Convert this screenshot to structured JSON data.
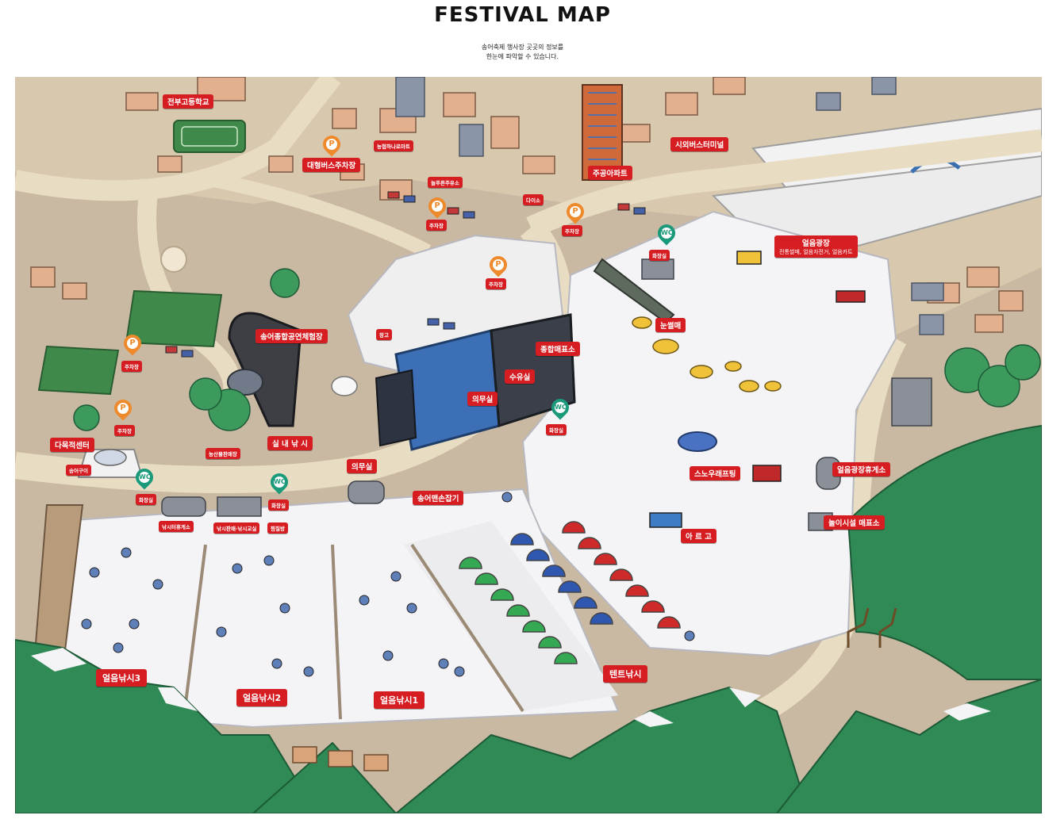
{
  "header": {
    "title": "FESTIVAL MAP",
    "subtitle_line1": "송어축제 행사장 곳곳의 정보를",
    "subtitle_line2": "한눈에 파악할 수 있습니다."
  },
  "colors": {
    "label_bg": "#d51d22",
    "parking_pin": "#ee8a2b",
    "restroom_pin": "#1a9a7a",
    "road": "#e8dcc2",
    "ground": "#c9b9a3",
    "snow": "#f4f4f6",
    "mountain": "#2f8a55"
  },
  "icons": {
    "parking": "parking-icon",
    "restroom": "restroom-icon",
    "parking_symbol": "P",
    "restroom_symbol": "WC"
  },
  "labels": {
    "school": "전부고등학교",
    "mart": "농협하나로마트",
    "bus_parking": "대형버스주차장",
    "gas_station": "늘푸른주유소",
    "daiso": "다이소",
    "apartment": "주공아파트",
    "bus_terminal": "시외버스터미널",
    "parking1": "주차장",
    "parking2": "주차장",
    "parking3": "주차장",
    "parking4": "주차장",
    "parking5": "주차장",
    "ice_plaza": "얼음광장",
    "ice_plaza_sub": "전통썰매, 얼음자전거, 얼음카트",
    "restroom1": "화장실",
    "restroom2": "화장실",
    "restroom3": "화장실",
    "restroom4": "화장실",
    "storage": "창고",
    "experience_hall": "송어종합공연체험장",
    "ticket_office": "종합매표소",
    "sled": "눈썰매",
    "nursing_room": "수유실",
    "medical1": "의무실",
    "medical2": "의무실",
    "multi_center": "다목적센터",
    "trout_cafe": "송어구이",
    "indoor_fishing": "실 내 낚 시",
    "farm_store": "농산물판매장",
    "hand_catching": "송어맨손잡기",
    "fishing_rest": "낚시터휴게소",
    "fishing_shop": "낚시판매·낚시교실",
    "grill_room": "찜질방",
    "snow_rafting": "스노우래프팅",
    "ice_rest": "얼음광장휴게소",
    "argo": "아 르 고",
    "rides_ticket": "놀이시설 매표소",
    "ice_fishing3": "얼음낚시3",
    "ice_fishing2": "얼음낚시2",
    "ice_fishing1": "얼음낚시1",
    "tent_fishing": "텐트낚시"
  }
}
